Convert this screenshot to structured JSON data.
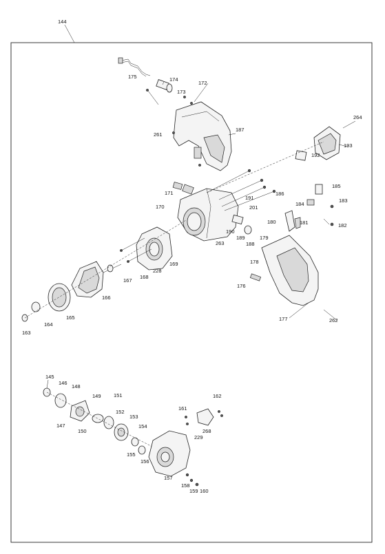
{
  "assembly_number": "144",
  "part_labels": {
    "p145": "145",
    "p146": "146",
    "p147": "147",
    "p148": "148",
    "p149": "149",
    "p150": "150",
    "p151": "151",
    "p152": "152",
    "p153": "153",
    "p154": "154",
    "p155": "155",
    "p156": "156",
    "p157": "157",
    "p158": "158",
    "p159": "159",
    "p160": "160",
    "p161": "161",
    "p162": "162",
    "p163": "163",
    "p164": "164",
    "p165": "165",
    "p166": "166",
    "p167": "167",
    "p168": "168",
    "p169": "169",
    "p170": "170",
    "p171": "171",
    "p172": "172",
    "p173": "173",
    "p174": "174",
    "p175": "175",
    "p176": "176",
    "p177": "177",
    "p178": "178",
    "p179": "179",
    "p180": "180",
    "p181": "181",
    "p182": "182",
    "p183": "183",
    "p184": "184",
    "p185": "185",
    "p186": "186",
    "p187": "187",
    "p188": "188",
    "p189": "189",
    "p190": "190",
    "p191": "191",
    "p192": "192",
    "p193": "193",
    "p201": "201",
    "p228": "228",
    "p229": "229",
    "p261": "261",
    "p262": "262",
    "p263": "263",
    "p264": "264",
    "p268": "268"
  }
}
